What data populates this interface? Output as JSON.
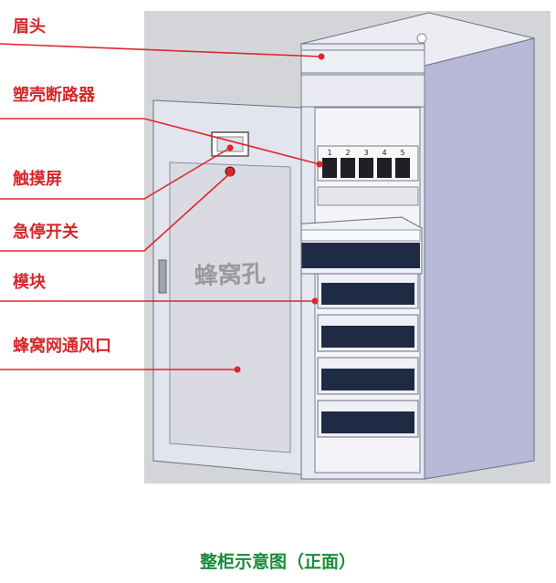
{
  "labels": {
    "brow": "眉头",
    "breaker": "塑壳断路器",
    "touchscreen": "触摸屏",
    "estop": "急停开关",
    "module": "模块",
    "vent": "蜂窝网通风口"
  },
  "door_text": "蜂窝孔",
  "breaker_marks": [
    "1",
    "2",
    "3",
    "4",
    "5"
  ],
  "caption": "整柜示意图（正面）",
  "colors": {
    "callout_text": "#d8262b",
    "callout_line": "#e0252b",
    "caption": "#1b8a3a",
    "cabinet_side": "#b6b8d6",
    "cabinet_front": "#e6e8f2",
    "photo_bg": "#d4d5d8"
  }
}
